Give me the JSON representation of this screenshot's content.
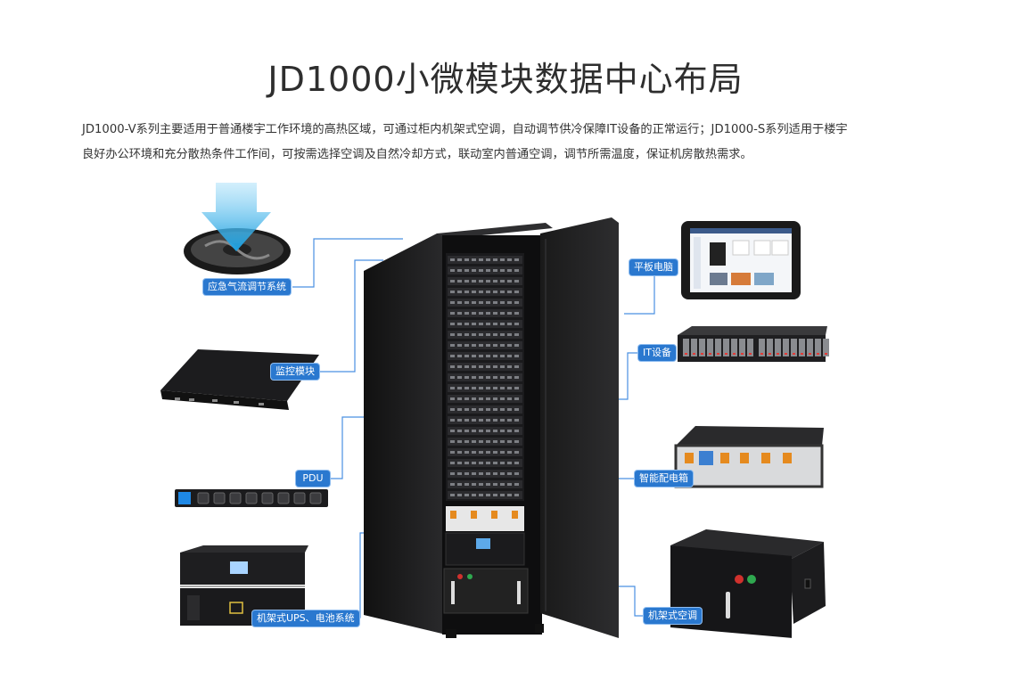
{
  "title": "JD1000小微模块数据中心布局",
  "description": {
    "line1": "JD1000-V系列主要适用于普通楼宇工作环境的高热区域，可通过柜内机架式空调，自动调节供冷保障IT设备的正常运行；JD1000-S系列适用于楼宇",
    "line2": "良好办公环境和充分散热条件工作间，可按需选择空调及自然冷却方式，联动室内普通空调，调节所需温度，保证机房散热需求。"
  },
  "labels": {
    "airflow": "应急气流调节系统",
    "monitor": "监控模块",
    "pdu": "PDU",
    "ups": "机架式UPS、电池系统",
    "tablet": "平板电脑",
    "it": "IT设备",
    "pdb": "智能配电箱",
    "ac": "机架式空调"
  },
  "colors": {
    "label_bg": "#2a78cf",
    "connector": "#4a90e2",
    "cabinet": "#1c1c1e",
    "arrow": "#3ab0ea"
  }
}
